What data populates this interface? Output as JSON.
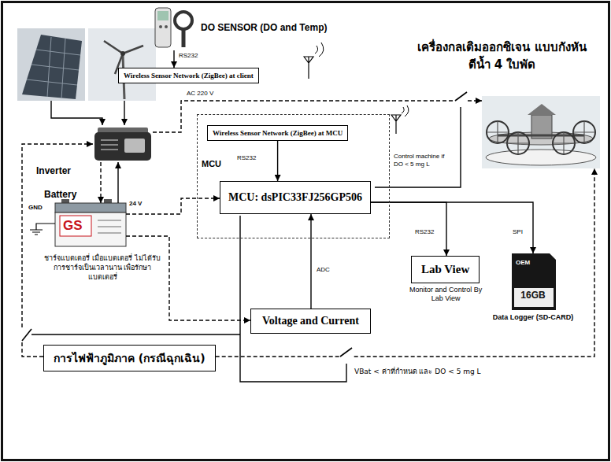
{
  "diagram": {
    "nodes": [
      {
        "text": [
          "DO SENSOR (DO and Temp)"
        ]
      },
      {
        "text": [
          "Wireless Sensor Network (ZigBee) at client"
        ]
      },
      {
        "text": [
          "เครื่องกลเติมออกซิเจน แบบกังหันตีน้ำ 4 ใบพัด"
        ]
      },
      {
        "text": [
          "MCU"
        ]
      },
      {
        "text": [
          "Wireless Sensor Network (ZigBee) at MCU"
        ],
        "in": 3
      },
      {
        "text": [
          "Inverter"
        ]
      },
      {
        "text": [
          "MCU: dsPIC33FJ256GP506"
        ],
        "in": 3
      },
      {
        "text": [
          "Battery"
        ]
      },
      {
        "text": [
          "Lab View",
          "Monitor and Control By Lab View"
        ]
      },
      {
        "text": [
          "16GB",
          "Data Logger (SD-CARD)"
        ]
      },
      {
        "text": [
          "Voltage and Current"
        ]
      },
      {
        "text": [
          "การไฟฟ้าภูมิภาค (กรณีฉุกเฉิน)"
        ]
      }
    ],
    "edges": [
      {
        "from": 0,
        "to": 1,
        "label": "RS232",
        "arrow": "to"
      },
      {
        "from": 4,
        "to": 6,
        "label": "RS232",
        "arrow": "to"
      },
      {
        "from": 5,
        "to": 2,
        "label": "AC 220 V",
        "arrow": "to"
      },
      {
        "from": 5,
        "to": 7,
        "arrow": "to"
      },
      {
        "from": 7,
        "to": 5,
        "arrow": "to"
      },
      {
        "from": 6,
        "to": 8,
        "label": "RS232",
        "arrow": "to"
      },
      {
        "from": 6,
        "to": 9,
        "label": "SPI",
        "arrow": "to"
      },
      {
        "from": 10,
        "to": 6,
        "label": "ADC",
        "arrow": "to"
      },
      {
        "from": 7,
        "to": 6,
        "arrow": "to"
      },
      {
        "from": 7,
        "to": 10,
        "arrow": "to"
      },
      {
        "from": 11,
        "to": 5,
        "arrow": "to"
      },
      {
        "from": 11,
        "to": 2,
        "arrow": "to"
      }
    ],
    "labels": [
      "GND",
      "24 V",
      "GS",
      "OEM",
      "Control machine if DO < 5 mg L",
      "VBat < ค่าที่กำหนด และ DO < 5 mg L",
      "ชาร์จแบตเตอรี่ เมื่อแบตเตอรี่ ไม่ได้รับการชาร์จเป็นเวลานาน เพื่อรักษาแบตเตอรี่"
    ]
  }
}
